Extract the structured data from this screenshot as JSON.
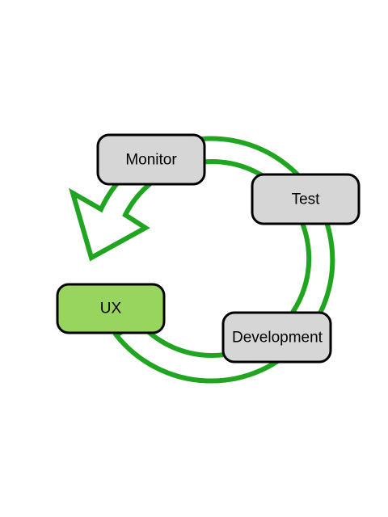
{
  "diagram": {
    "nodes": {
      "monitor": {
        "label": "Monitor",
        "fill": "#d6d6d6"
      },
      "test": {
        "label": "Test",
        "fill": "#d6d6d6"
      },
      "ux": {
        "label": "UX",
        "fill": "#97d55f"
      },
      "development": {
        "label": "Development",
        "fill": "#d6d6d6"
      }
    },
    "colors": {
      "arrow_stroke": "#1fa51f",
      "node_border": "#000000",
      "background": "#ffffff"
    },
    "cycle_direction": "counter-clockwise"
  }
}
